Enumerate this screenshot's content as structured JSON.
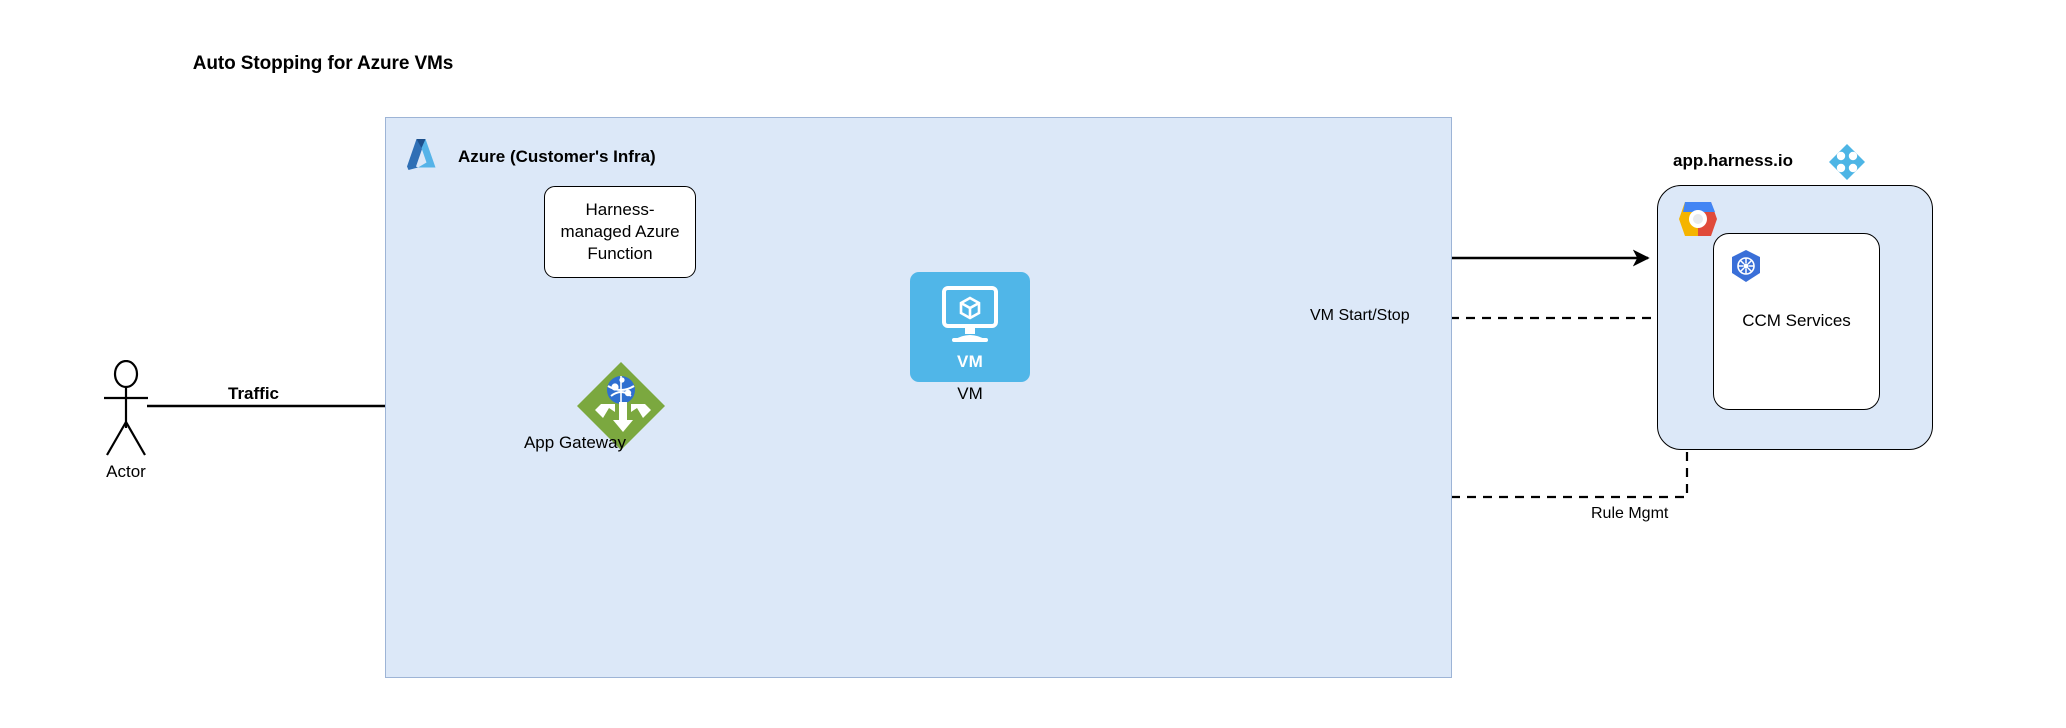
{
  "diagram": {
    "title": "Auto Stopping for Azure VMs",
    "type": "architecture-diagram"
  },
  "azure": {
    "label": "Azure (Customer's Infra)",
    "logo_icon": "azure-logo-icon",
    "background_color": "#dce8f8",
    "border_color": "#9db4d6"
  },
  "nodes": {
    "azure_function": {
      "label": "Harness-managed Azure Function",
      "shape": "rounded-rectangle"
    },
    "vm": {
      "inner_label": "VM",
      "label": "VM",
      "icon": "vm-monitor-icon",
      "color": "#50b6e8"
    },
    "app_gateway": {
      "label": "App Gateway",
      "icon": "app-gateway-diamond-icon",
      "color": "#7ba83f"
    },
    "actor": {
      "label": "Actor",
      "icon": "actor-stick-figure-icon"
    },
    "ccm_services": {
      "label": "CCM Services",
      "icon": "kubernetes-logo-icon"
    }
  },
  "harness": {
    "title": "app.harness.io",
    "logo_icon": "harness-logo-icon",
    "logo_color": "#4db5e5",
    "cloud_logo_icon": "gcp-logo-icon"
  },
  "edges": {
    "traffic": "Traffic",
    "vm_start_stop": "VM Start/Stop",
    "rule_mgmt": "Rule Mgmt"
  }
}
